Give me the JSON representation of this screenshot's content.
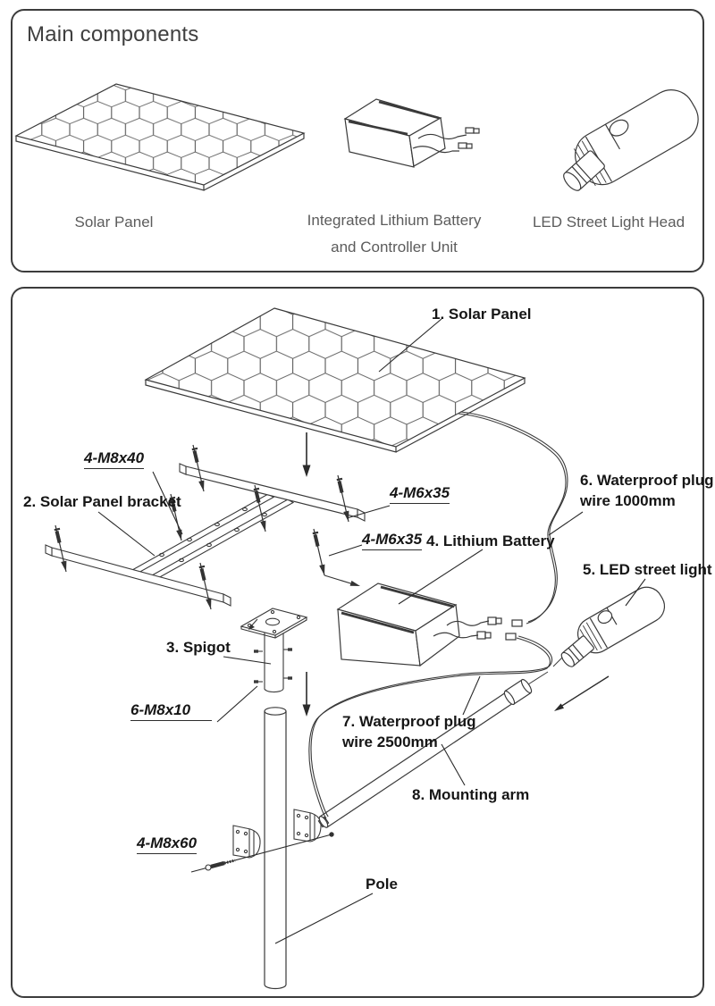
{
  "top_panel": {
    "title": "Main components",
    "solar_panel_label": "Solar Panel",
    "battery_label_line1": "Integrated Lithium Battery",
    "battery_label_line2": "and Controller Unit",
    "led_label": "LED Street Light Head"
  },
  "assembly_diagram": {
    "callouts": {
      "solar_panel": "1. Solar Panel",
      "bracket": "2. Solar Panel bracket",
      "spigot": "3. Spigot",
      "battery": "4. Lithium Battery",
      "led": "5. LED street light",
      "wire_1000_line1": "6. Waterproof plug",
      "wire_1000_line2": "wire 1000mm",
      "wire_2500_line1": "7. Waterproof plug",
      "wire_2500_line2": "wire 2500mm",
      "mounting_arm": "8. Mounting arm",
      "pole": "Pole"
    },
    "fastener_labels": {
      "m8x40": "4-M8x40",
      "m6x35_upper": "4-M6x35",
      "m6x35_lower": "4-M6x35",
      "m8x10": "6-M8x10",
      "m8x60": "4-M8x60"
    }
  },
  "colors": {
    "line_art": "#3a3a3a",
    "callout_text": "#161616",
    "caption_text": "#5c5c5c",
    "panel_border": "#3c3c3c"
  }
}
